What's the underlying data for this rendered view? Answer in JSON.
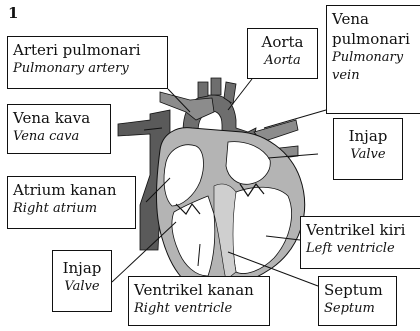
{
  "figure_number": "1",
  "labels": {
    "pulmonary_artery": {
      "main": "Arteri pulmonari",
      "sub": "Pulmonary artery"
    },
    "aorta": {
      "main": "Aorta",
      "sub": "Aorta"
    },
    "pulmonary_vein": {
      "main": "Vena pulmonari",
      "sub": "Pulmonary vein"
    },
    "vena_cava": {
      "main": "Vena kava",
      "sub": "Vena cava"
    },
    "valve_right": {
      "main": "Injap",
      "sub": "Valve"
    },
    "right_atrium": {
      "main": "Atrium kanan",
      "sub": "Right atrium"
    },
    "left_ventricle": {
      "main": "Ventrikel kiri",
      "sub": "Left ventricle"
    },
    "valve_left": {
      "main": "Injap",
      "sub": "Valve"
    },
    "right_ventricle": {
      "main": "Ventrikel kanan",
      "sub": "Right ventricle"
    },
    "septum": {
      "main": "Septum",
      "sub": "Septum"
    }
  },
  "colors": {
    "ink": "#111111",
    "vessel_dark": "#5a5a5a",
    "vessel_mid": "#8c8c8c",
    "heart_wall": "#b4b4b4",
    "chamber": "#ffffff",
    "septum_fill": "#cfcfcf"
  }
}
